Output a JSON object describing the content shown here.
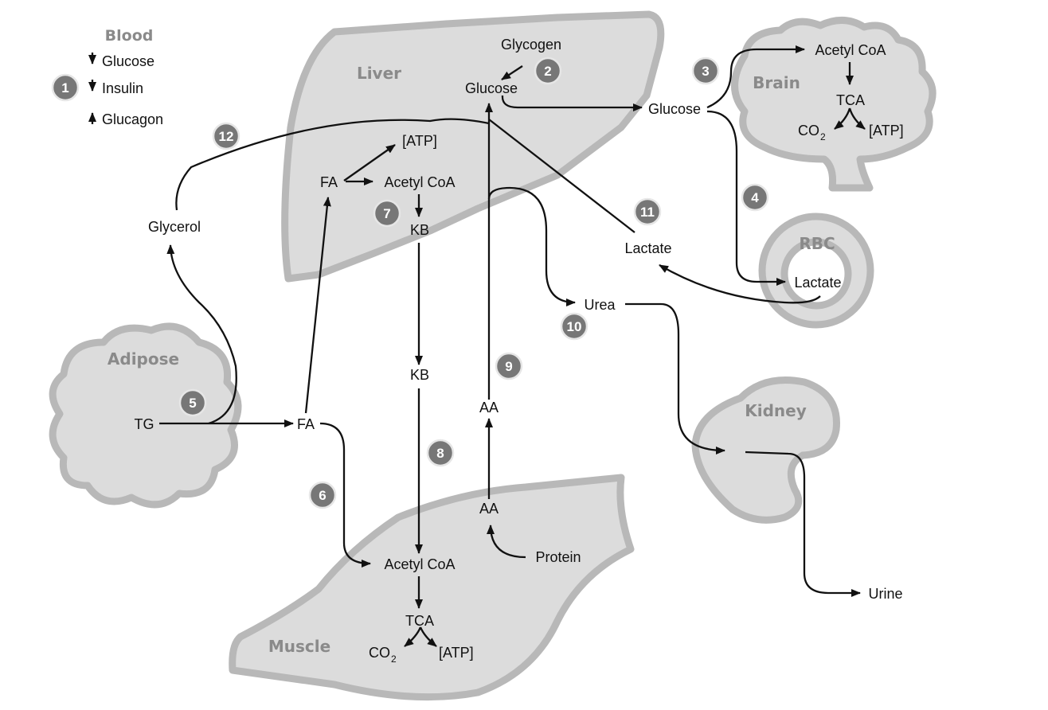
{
  "legend": {
    "title": "Blood",
    "items": [
      {
        "direction": "down",
        "label": "Glucose"
      },
      {
        "direction": "down",
        "label": "Insulin"
      },
      {
        "direction": "up",
        "label": "Glucagon"
      }
    ],
    "badge": "1"
  },
  "organs": {
    "liver": "Liver",
    "brain": "Brain",
    "rbc": "RBC",
    "adipose": "Adipose",
    "kidney": "Kidney",
    "muscle": "Muscle"
  },
  "labels": {
    "liver_glycogen": "Glycogen",
    "liver_glucose": "Glucose",
    "liver_atp": "[ATP]",
    "liver_fa": "FA",
    "liver_acetylcoa": "Acetyl CoA",
    "liver_kb": "KB",
    "blood_glucose": "Glucose",
    "brain_acetylcoa": "Acetyl CoA",
    "brain_tca": "TCA",
    "brain_co2": "CO",
    "brain_co2_sub": "2",
    "brain_atp": "[ATP]",
    "rbc_lactate": "Lactate",
    "lactate": "Lactate",
    "glycerol": "Glycerol",
    "tg": "TG",
    "fa": "FA",
    "kb": "KB",
    "aa_upper": "AA",
    "aa_lower": "AA",
    "protein": "Protein",
    "urea": "Urea",
    "urine": "Urine",
    "muscle_acetylcoa": "Acetyl CoA",
    "muscle_tca": "TCA",
    "muscle_co2": "CO",
    "muscle_co2_sub": "2",
    "muscle_atp": "[ATP]"
  },
  "badges": {
    "b2": "2",
    "b3": "3",
    "b4": "4",
    "b5": "5",
    "b6": "6",
    "b7": "7",
    "b8": "8",
    "b9": "9",
    "b10": "10",
    "b11": "11",
    "b12": "12"
  },
  "colors": {
    "organ_fill": "#dcdcdc",
    "organ_border": "#b8b8b8",
    "organ_label": "#8a8a8a",
    "badge": "#777777",
    "arrow": "#111111"
  }
}
